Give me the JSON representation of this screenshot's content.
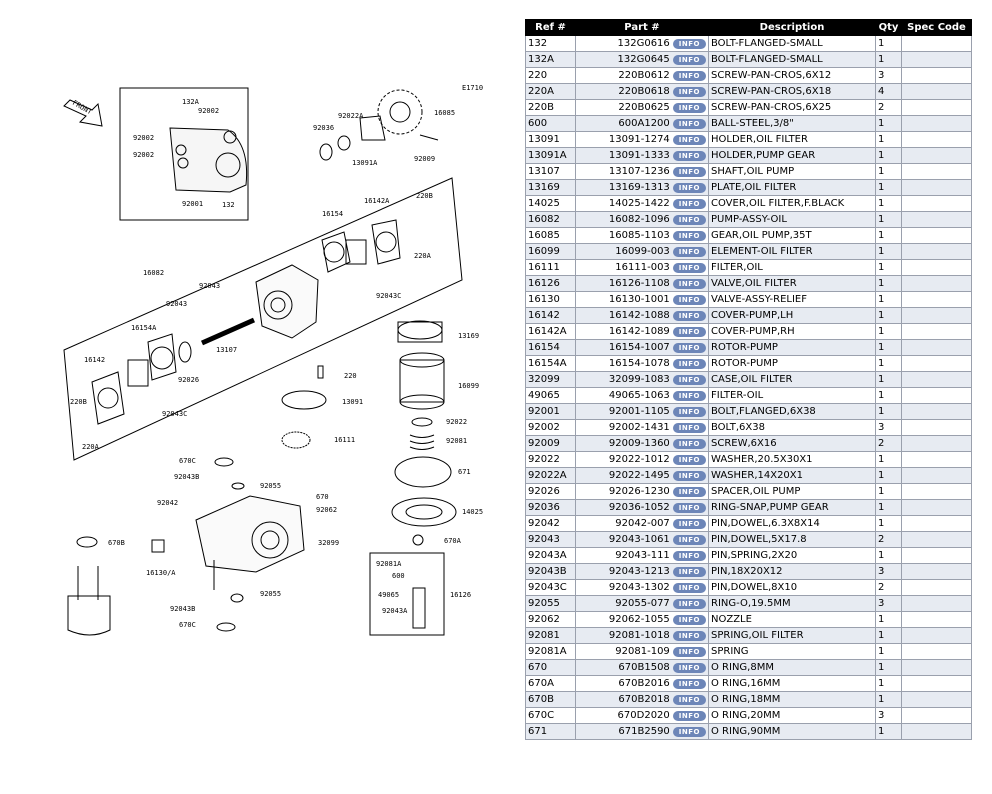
{
  "diagram": {
    "code": "E1710",
    "front_label": "FRONT",
    "labels": [
      "132A",
      "92002",
      "92002",
      "92002",
      "92001",
      "132",
      "92022A",
      "16085",
      "92036",
      "13091A",
      "92009",
      "16142A",
      "220B",
      "16154",
      "220A",
      "16082",
      "92043C",
      "92043",
      "92043",
      "13169",
      "16154A",
      "13107",
      "16142",
      "92026",
      "220",
      "16099",
      "220B",
      "92043C",
      "13091",
      "220A",
      "92022",
      "16111",
      "92081",
      "670C",
      "92043B",
      "92055",
      "671",
      "92042",
      "670",
      "92062",
      "14025",
      "670B",
      "32099",
      "670A",
      "16130/A",
      "92081A",
      "600",
      "49065",
      "92043B",
      "92055",
      "670C",
      "92043A",
      "16126"
    ]
  },
  "table": {
    "headers": [
      "Ref #",
      "Part #",
      "Description",
      "Qty",
      "Spec Code"
    ],
    "info_label": "INFO",
    "rows": [
      {
        "ref": "132",
        "part": "132G0616",
        "desc": "BOLT-FLANGED-SMALL",
        "qty": "1",
        "spec": ""
      },
      {
        "ref": "132A",
        "part": "132G0645",
        "desc": "BOLT-FLANGED-SMALL",
        "qty": "1",
        "spec": ""
      },
      {
        "ref": "220",
        "part": "220B0612",
        "desc": "SCREW-PAN-CROS,6X12",
        "qty": "3",
        "spec": ""
      },
      {
        "ref": "220A",
        "part": "220B0618",
        "desc": "SCREW-PAN-CROS,6X18",
        "qty": "4",
        "spec": ""
      },
      {
        "ref": "220B",
        "part": "220B0625",
        "desc": "SCREW-PAN-CROS,6X25",
        "qty": "2",
        "spec": ""
      },
      {
        "ref": "600",
        "part": "600A1200",
        "desc": "BALL-STEEL,3/8\"",
        "qty": "1",
        "spec": ""
      },
      {
        "ref": "13091",
        "part": "13091-1274",
        "desc": "HOLDER,OIL FILTER",
        "qty": "1",
        "spec": ""
      },
      {
        "ref": "13091A",
        "part": "13091-1333",
        "desc": "HOLDER,PUMP GEAR",
        "qty": "1",
        "spec": ""
      },
      {
        "ref": "13107",
        "part": "13107-1236",
        "desc": "SHAFT,OIL PUMP",
        "qty": "1",
        "spec": ""
      },
      {
        "ref": "13169",
        "part": "13169-1313",
        "desc": "PLATE,OIL FILTER",
        "qty": "1",
        "spec": ""
      },
      {
        "ref": "14025",
        "part": "14025-1422",
        "desc": "COVER,OIL FILTER,F.BLACK",
        "qty": "1",
        "spec": ""
      },
      {
        "ref": "16082",
        "part": "16082-1096",
        "desc": "PUMP-ASSY-OIL",
        "qty": "1",
        "spec": ""
      },
      {
        "ref": "16085",
        "part": "16085-1103",
        "desc": "GEAR,OIL PUMP,35T",
        "qty": "1",
        "spec": ""
      },
      {
        "ref": "16099",
        "part": "16099-003",
        "desc": "ELEMENT-OIL FILTER",
        "qty": "1",
        "spec": ""
      },
      {
        "ref": "16111",
        "part": "16111-003",
        "desc": "FILTER,OIL",
        "qty": "1",
        "spec": ""
      },
      {
        "ref": "16126",
        "part": "16126-1108",
        "desc": "VALVE,OIL FILTER",
        "qty": "1",
        "spec": ""
      },
      {
        "ref": "16130",
        "part": "16130-1001",
        "desc": "VALVE-ASSY-RELIEF",
        "qty": "1",
        "spec": ""
      },
      {
        "ref": "16142",
        "part": "16142-1088",
        "desc": "COVER-PUMP,LH",
        "qty": "1",
        "spec": ""
      },
      {
        "ref": "16142A",
        "part": "16142-1089",
        "desc": "COVER-PUMP,RH",
        "qty": "1",
        "spec": ""
      },
      {
        "ref": "16154",
        "part": "16154-1007",
        "desc": "ROTOR-PUMP",
        "qty": "1",
        "spec": ""
      },
      {
        "ref": "16154A",
        "part": "16154-1078",
        "desc": "ROTOR-PUMP",
        "qty": "1",
        "spec": ""
      },
      {
        "ref": "32099",
        "part": "32099-1083",
        "desc": "CASE,OIL FILTER",
        "qty": "1",
        "spec": ""
      },
      {
        "ref": "49065",
        "part": "49065-1063",
        "desc": "FILTER-OIL",
        "qty": "1",
        "spec": ""
      },
      {
        "ref": "92001",
        "part": "92001-1105",
        "desc": "BOLT,FLANGED,6X38",
        "qty": "1",
        "spec": ""
      },
      {
        "ref": "92002",
        "part": "92002-1431",
        "desc": "BOLT,6X38",
        "qty": "3",
        "spec": ""
      },
      {
        "ref": "92009",
        "part": "92009-1360",
        "desc": "SCREW,6X16",
        "qty": "2",
        "spec": ""
      },
      {
        "ref": "92022",
        "part": "92022-1012",
        "desc": "WASHER,20.5X30X1",
        "qty": "1",
        "spec": ""
      },
      {
        "ref": "92022A",
        "part": "92022-1495",
        "desc": "WASHER,14X20X1",
        "qty": "1",
        "spec": ""
      },
      {
        "ref": "92026",
        "part": "92026-1230",
        "desc": "SPACER,OIL PUMP",
        "qty": "1",
        "spec": ""
      },
      {
        "ref": "92036",
        "part": "92036-1052",
        "desc": "RING-SNAP,PUMP GEAR",
        "qty": "1",
        "spec": ""
      },
      {
        "ref": "92042",
        "part": "92042-007",
        "desc": "PIN,DOWEL,6.3X8X14",
        "qty": "1",
        "spec": ""
      },
      {
        "ref": "92043",
        "part": "92043-1061",
        "desc": "PIN,DOWEL,5X17.8",
        "qty": "2",
        "spec": ""
      },
      {
        "ref": "92043A",
        "part": "92043-111",
        "desc": "PIN,SPRING,2X20",
        "qty": "1",
        "spec": ""
      },
      {
        "ref": "92043B",
        "part": "92043-1213",
        "desc": "PIN,18X20X12",
        "qty": "3",
        "spec": ""
      },
      {
        "ref": "92043C",
        "part": "92043-1302",
        "desc": "PIN,DOWEL,8X10",
        "qty": "2",
        "spec": ""
      },
      {
        "ref": "92055",
        "part": "92055-077",
        "desc": "RING-O,19.5MM",
        "qty": "3",
        "spec": ""
      },
      {
        "ref": "92062",
        "part": "92062-1055",
        "desc": "NOZZLE",
        "qty": "1",
        "spec": ""
      },
      {
        "ref": "92081",
        "part": "92081-1018",
        "desc": "SPRING,OIL FILTER",
        "qty": "1",
        "spec": ""
      },
      {
        "ref": "92081A",
        "part": "92081-109",
        "desc": "SPRING",
        "qty": "1",
        "spec": ""
      },
      {
        "ref": "670",
        "part": "670B1508",
        "desc": "O RING,8MM",
        "qty": "1",
        "spec": ""
      },
      {
        "ref": "670A",
        "part": "670B2016",
        "desc": "O RING,16MM",
        "qty": "1",
        "spec": ""
      },
      {
        "ref": "670B",
        "part": "670B2018",
        "desc": "O RING,18MM",
        "qty": "1",
        "spec": ""
      },
      {
        "ref": "670C",
        "part": "670D2020",
        "desc": "O RING,20MM",
        "qty": "3",
        "spec": ""
      },
      {
        "ref": "671",
        "part": "671B2590",
        "desc": "O RING,90MM",
        "qty": "1",
        "spec": ""
      }
    ]
  }
}
